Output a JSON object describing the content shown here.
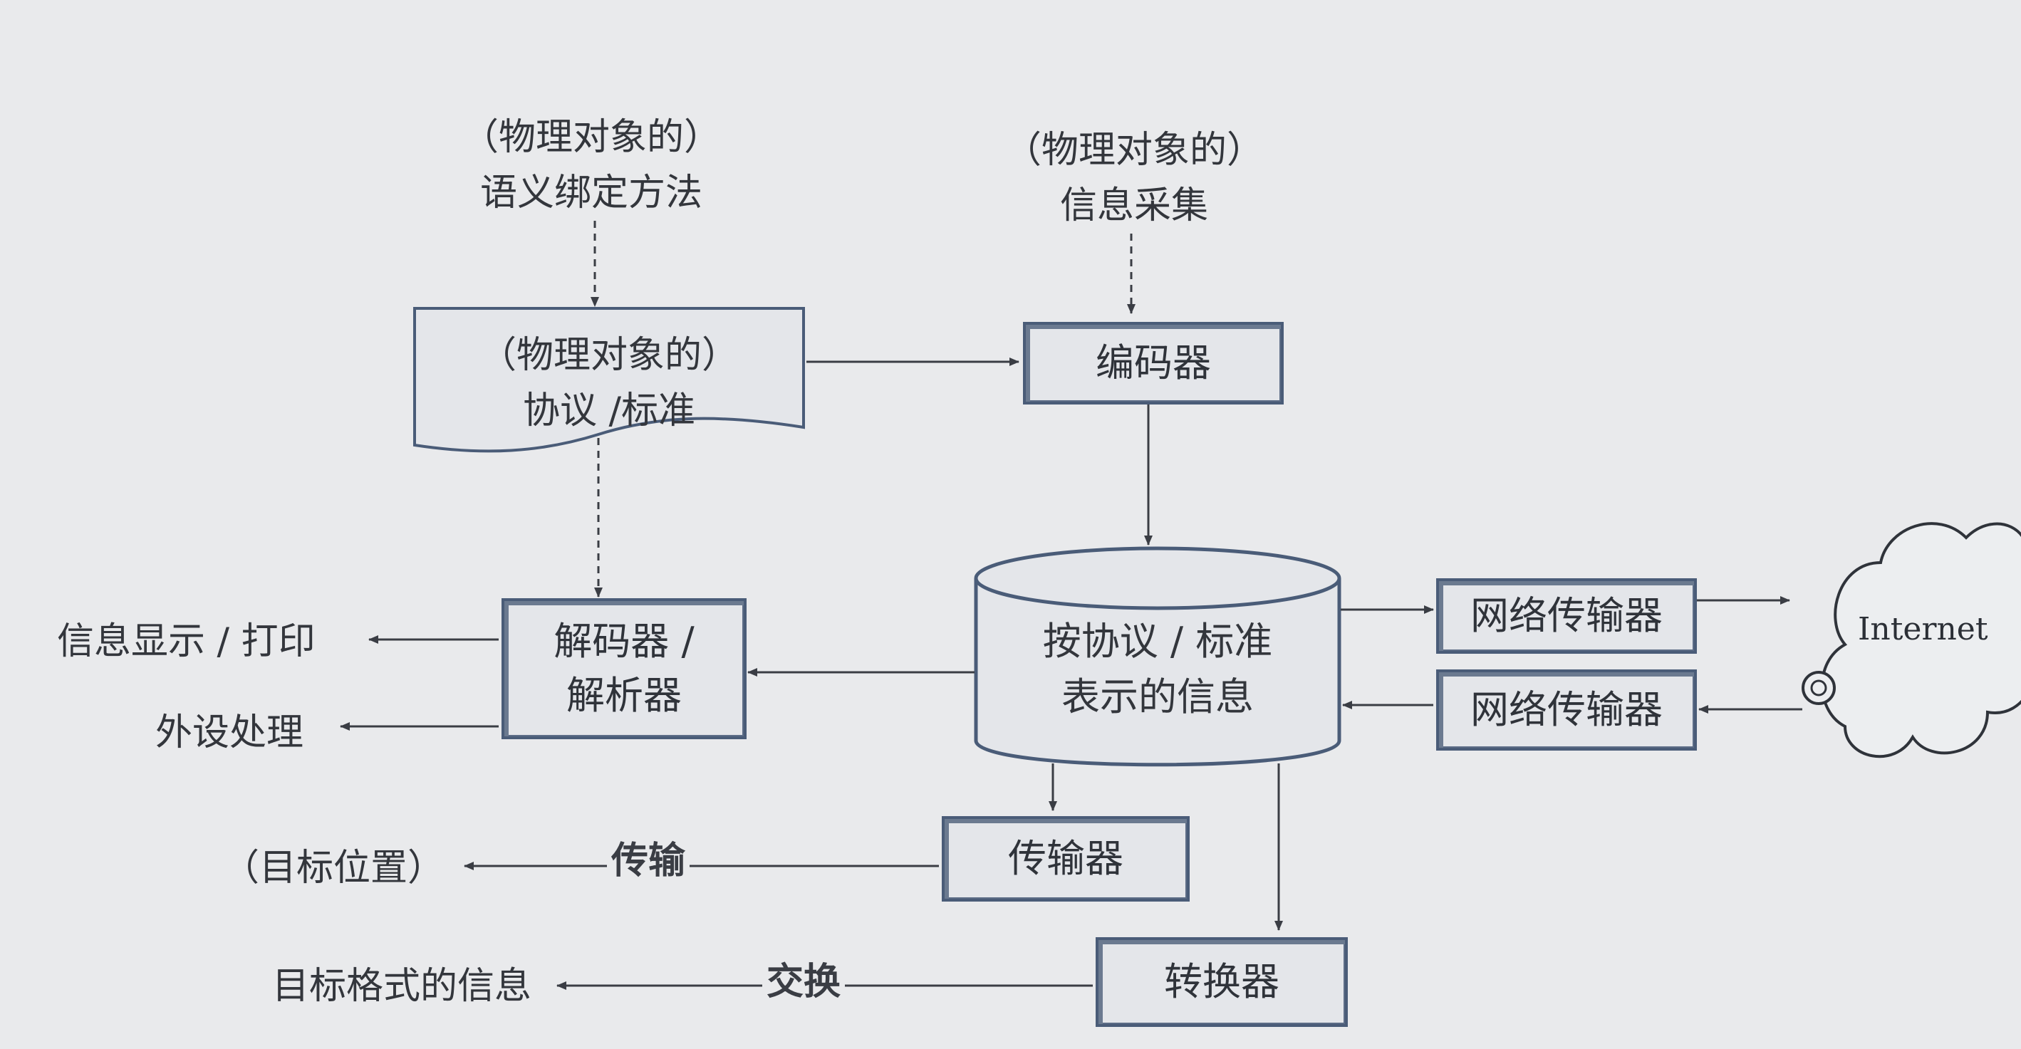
{
  "top_left_label": {
    "line1": "（物理对象的）",
    "line2": "语义绑定方法"
  },
  "top_right_label": {
    "line1": "（物理对象的）",
    "line2": "信息采集"
  },
  "protocol_doc": {
    "line1": "（物理对象的）",
    "line2": "协议 /标准"
  },
  "encoder": "编码器",
  "database": {
    "line1": "按协议 / 标准",
    "line2": "表示的信息"
  },
  "decoder": {
    "line1": "解码器 /",
    "line2": "解析器"
  },
  "net_out": "网络传输器",
  "net_in": "网络传输器",
  "internet": "Internet",
  "display_print": "信息显示 / 打印",
  "peripheral": "外设处理",
  "transmitter": "传输器",
  "converter": "转换器",
  "target_location": "（目标位置）",
  "transmit_label": "传输",
  "target_format": "目标格式的信息",
  "exchange_label": "交换",
  "colors": {
    "box_border": "#4a5c78",
    "line": "#3a3d44",
    "background": "#e9eaec"
  }
}
